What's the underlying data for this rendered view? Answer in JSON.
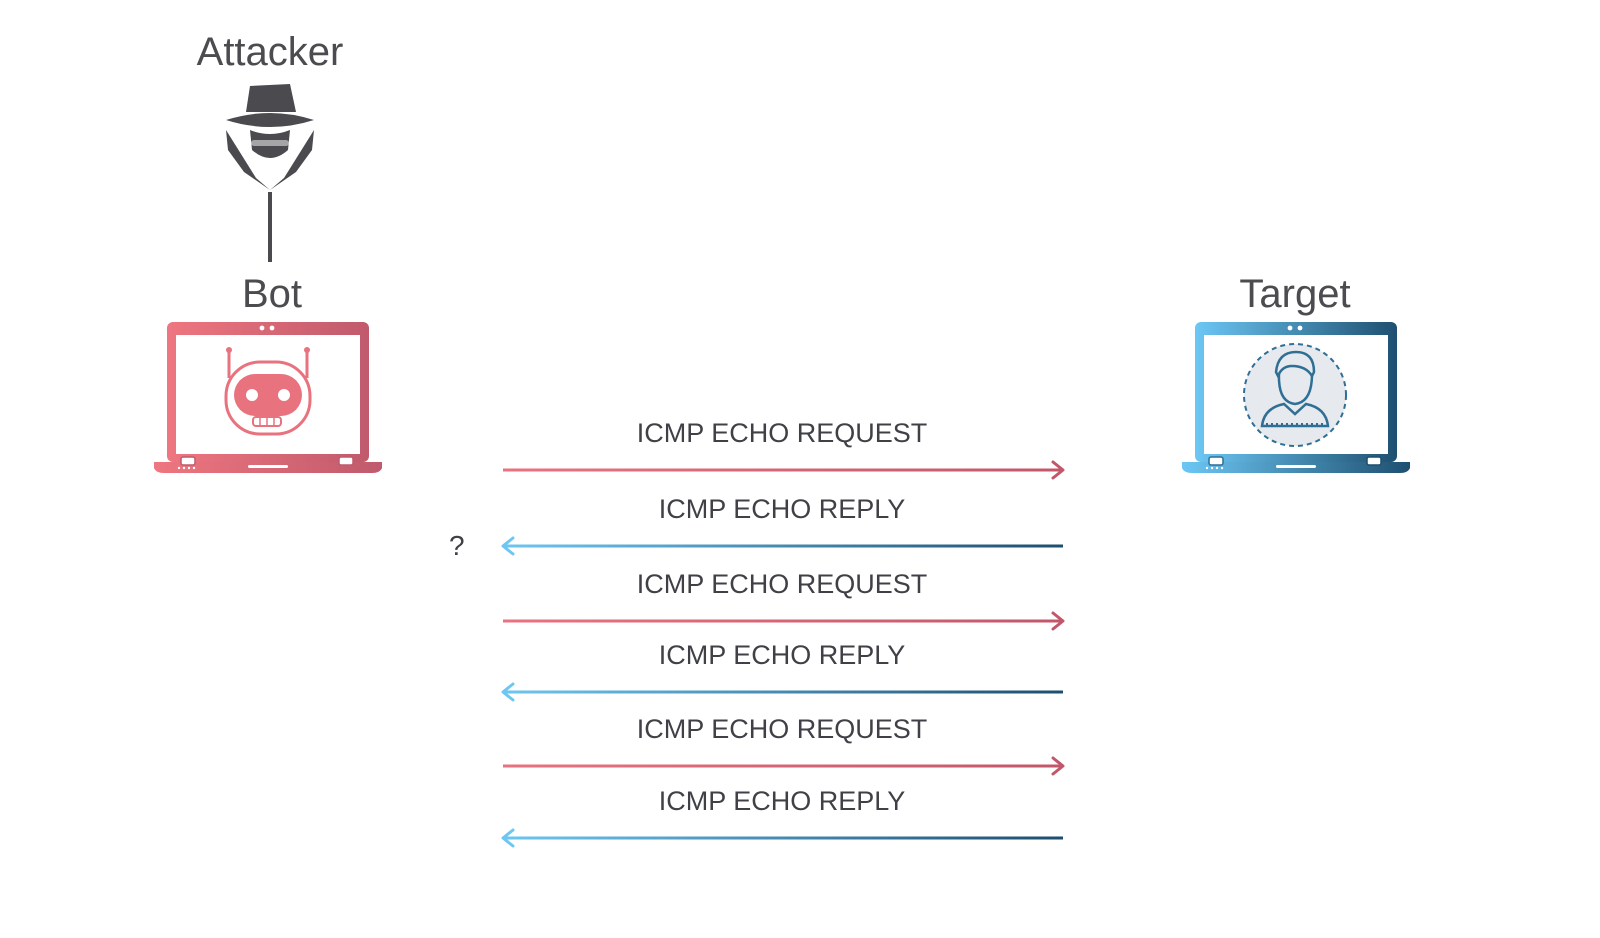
{
  "actors": {
    "attacker": {
      "label": "Attacker",
      "icon": "spy-icon"
    },
    "bot": {
      "label": "Bot",
      "icon": "robot-icon"
    },
    "target": {
      "label": "Target",
      "icon": "user-icon"
    }
  },
  "colors": {
    "request_start": "#e8737f",
    "request_end": "#c2576a",
    "reply_start": "#6ec6f2",
    "reply_end": "#1d4e6e",
    "attacker_gray": "#4a4a4f"
  },
  "unknown_marker": "?",
  "messages": [
    {
      "label": "ICMP ECHO REQUEST",
      "direction": "to-target"
    },
    {
      "label": "ICMP ECHO REPLY",
      "direction": "to-bot"
    },
    {
      "label": "ICMP ECHO REQUEST",
      "direction": "to-target"
    },
    {
      "label": "ICMP ECHO REPLY",
      "direction": "to-bot"
    },
    {
      "label": "ICMP ECHO REQUEST",
      "direction": "to-target"
    },
    {
      "label": "ICMP ECHO REPLY",
      "direction": "to-bot"
    }
  ]
}
